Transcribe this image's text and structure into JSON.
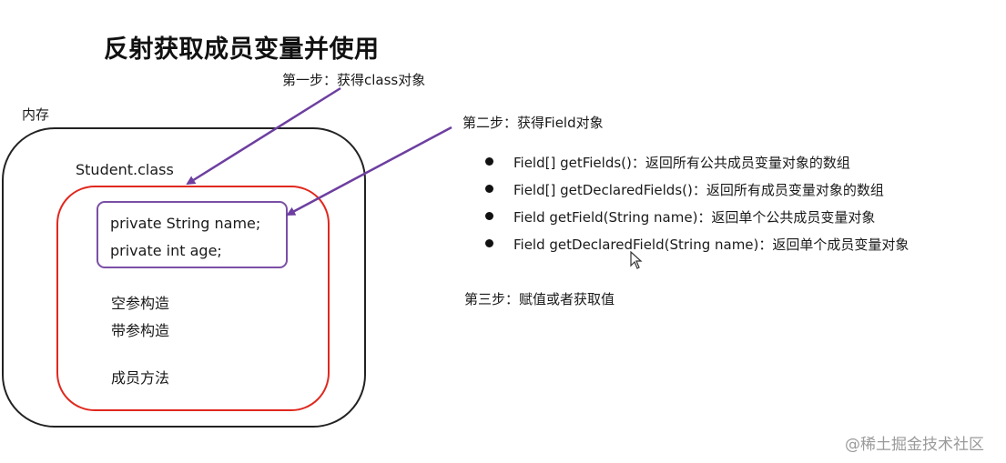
{
  "title": "反射获取成员变量并使用",
  "steps": {
    "step1": "第一步：获得class对象",
    "step2": "第二步：获得Field对象",
    "step3": "第三步：赋值或者获取值"
  },
  "memory_label": "内存",
  "class_label": "Student.class",
  "fields": [
    "private String name;",
    "private int age;"
  ],
  "members": [
    "空参构造",
    "带参构造",
    "成员方法"
  ],
  "methods": [
    "Field[] getFields()：返回所有公共成员变量对象的数组",
    "Field[] getDeclaredFields()：返回所有成员变量对象的数组",
    "Field getField(String name)：返回单个公共成员变量对象",
    "Field getDeclaredField(String name)：返回单个成员变量对象"
  ],
  "watermark": "@稀土掘金技术社区",
  "colors": {
    "memory_border": "#222222",
    "class_border": "#e0281e",
    "field_border": "#7b4fa6",
    "arrow": "#6d3fa0"
  }
}
